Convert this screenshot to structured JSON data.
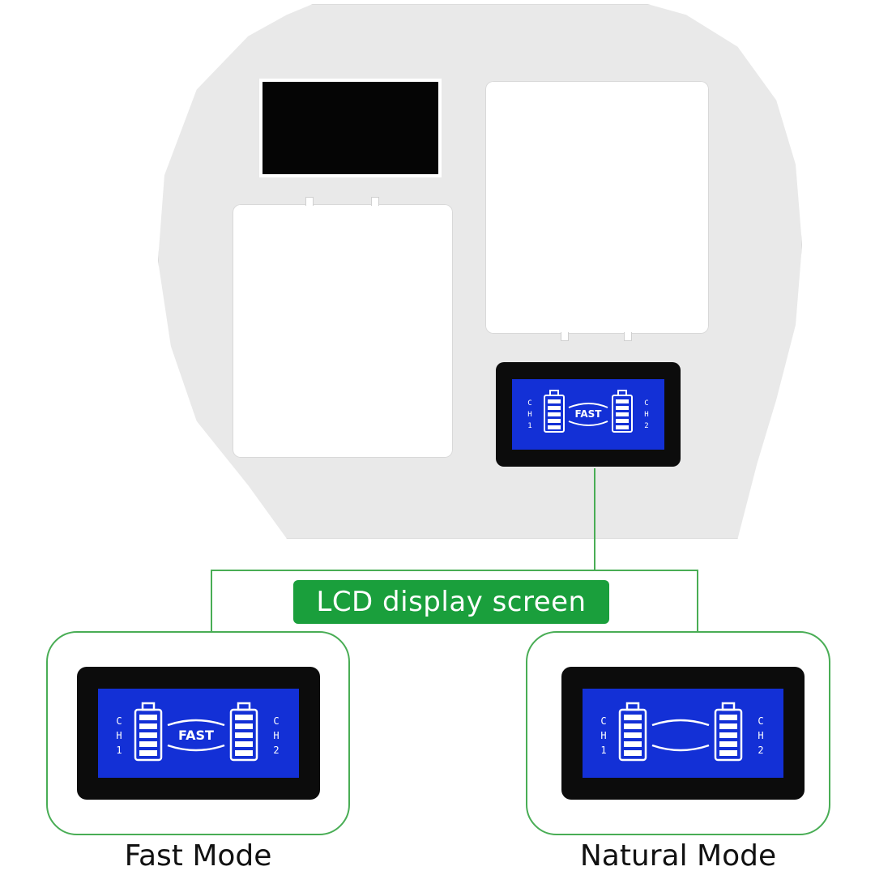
{
  "callout": {
    "label": "LCD display screen"
  },
  "device_lcd": {
    "ch_left": [
      "C",
      "H",
      "1"
    ],
    "ch_right": [
      "C",
      "H",
      "2"
    ],
    "mode_text": "FAST"
  },
  "modes": [
    {
      "caption": "Fast Mode",
      "indicator_text": "FAST",
      "ch_left": [
        "C",
        "H",
        "1"
      ],
      "ch_right": [
        "C",
        "H",
        "2"
      ]
    },
    {
      "caption": "Natural Mode",
      "indicator_text": "",
      "ch_left": [
        "C",
        "H",
        "1"
      ],
      "ch_right": [
        "C",
        "H",
        "2"
      ]
    }
  ],
  "colors": {
    "accent_green": "#1a9f3c",
    "outline_green": "#49ad55",
    "lcd_blue": "#1330d6"
  }
}
